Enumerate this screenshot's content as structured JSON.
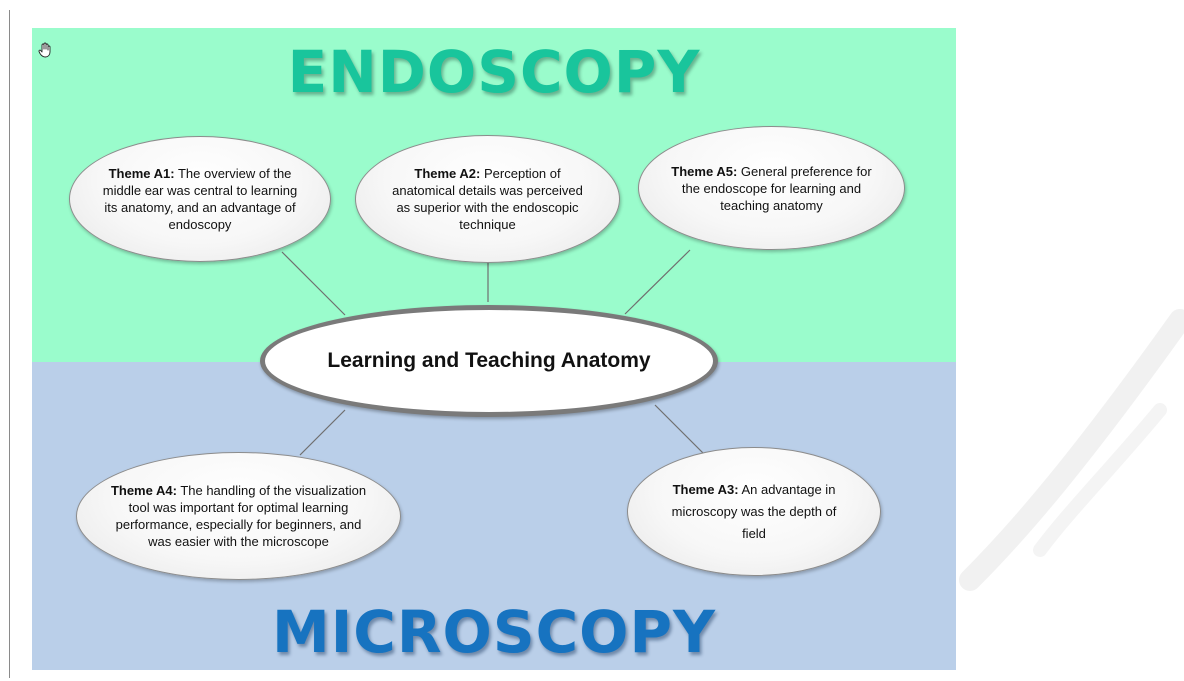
{
  "sections": {
    "top_title": "ENDOSCOPY",
    "bottom_title": "MICROSCOPY"
  },
  "center": {
    "label": "Learning and Teaching Anatomy"
  },
  "themes": [
    {
      "id": "A1",
      "label": "Theme A1:",
      "text": "The overview of the middle ear was central to learning its anatomy, and an advantage of endoscopy"
    },
    {
      "id": "A2",
      "label": "Theme A2:",
      "text": "Perception of anatomical details was perceived as superior with the endoscopic technique"
    },
    {
      "id": "A5",
      "label": "Theme A5:",
      "text": "General preference for the endoscope for learning and teaching anatomy"
    },
    {
      "id": "A4",
      "label": "Theme A4:",
      "text": "The handling of the visualization tool was important for optimal learning performance, especially for beginners, and was easier with the microscope"
    },
    {
      "id": "A3",
      "label": "Theme A3:",
      "text": "An advantage in microscopy was the depth of field"
    }
  ],
  "colors": {
    "endoscopy_bg": "#9afccc",
    "microscopy_bg": "#bacfe9",
    "endoscopy_title": "#19c59c",
    "microscopy_title": "#1773c0"
  },
  "icons": [
    "hand-cursor-icon"
  ]
}
